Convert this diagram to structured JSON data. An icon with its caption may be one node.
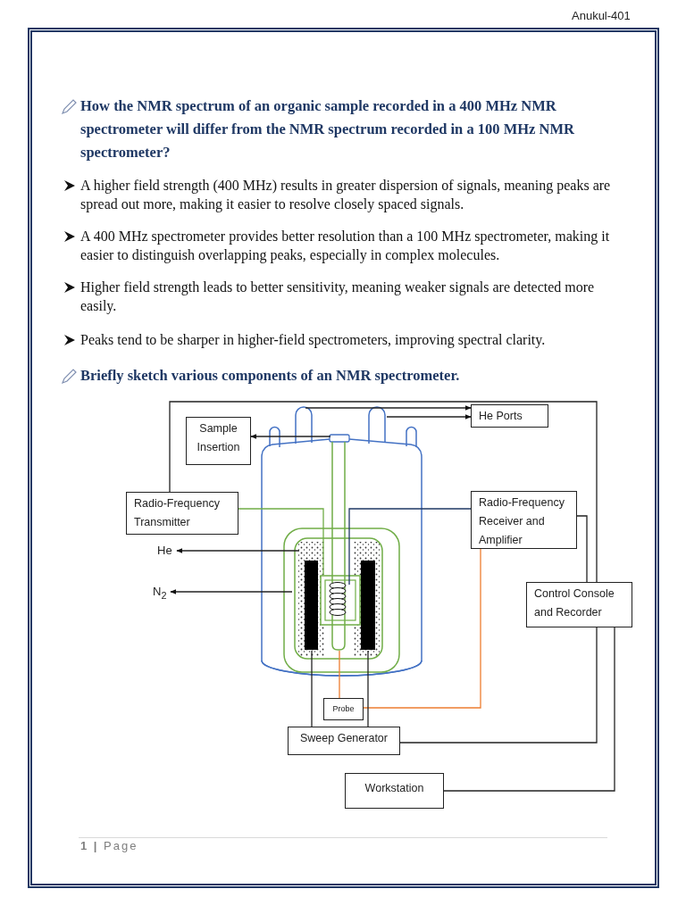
{
  "diagram": {
    "nodes": [
      {
        "text": [
          "Sample Insertion"
        ]
      },
      {
        "text": [
          "He Ports"
        ]
      },
      {
        "text": [
          "Radio-Frequency Transmitter"
        ]
      },
      {
        "text": [
          "Radio-Frequency Receiver and Amplifier"
        ]
      },
      {
        "text": [
          "He"
        ]
      },
      {
        "text": [
          "N$_{2}$"
        ]
      },
      {
        "text": [
          "Control Console and Recorder"
        ]
      },
      {
        "text": [
          "Probe"
        ]
      },
      {
        "text": [
          "Sweep Generator"
        ]
      },
      {
        "text": [
          "Workstation"
        ]
      },
      {
        "text": [],
        "shape": "picture"
      }
    ],
    "edges": [
      {
        "from": 10,
        "to": 1,
        "arrow": "to"
      },
      {
        "from": 10,
        "to": 1,
        "arrow": "to"
      },
      {
        "from": 10,
        "to": 0,
        "arrow": "to"
      },
      {
        "from": 10,
        "to": 4,
        "arrow": "to"
      },
      {
        "from": 10,
        "to": 5,
        "arrow": "to"
      },
      {
        "from": 2,
        "to": 10,
        "arrow": "none",
        "color": "#70ad47"
      },
      {
        "from": 3,
        "to": 10,
        "arrow": "none",
        "color": "#1f3864"
      },
      {
        "from": 2,
        "to": 6,
        "arrow": "none"
      },
      {
        "from": 3,
        "to": 6,
        "arrow": "none"
      },
      {
        "from": 3,
        "to": 7,
        "arrow": "none",
        "color": "#ed7d31"
      },
      {
        "from": 10,
        "to": 7,
        "arrow": "none",
        "color": "#ed7d31"
      },
      {
        "from": 10,
        "to": 8,
        "arrow": "none"
      },
      {
        "from": 10,
        "to": 8,
        "arrow": "none"
      },
      {
        "from": 8,
        "to": 6,
        "arrow": "none"
      },
      {
        "from": 9,
        "to": 6,
        "arrow": "none"
      }
    ],
    "labels": [
      "Anukul-401",
      "How the NMR spectrum of an organic sample recorded in a 400 MHz NMR spectrometer will differ from the NMR spectrum recorded in a 100 MHz NMR spectrometer?",
      "A higher field strength (400 MHz) results in greater dispersion of signals, meaning peaks are spread out more, making it easier to resolve closely spaced signals.",
      "A 400 MHz spectrometer provides better resolution than a 100 MHz spectrometer, making it easier to distinguish overlapping peaks, especially in complex molecules.",
      "Higher field strength leads to better sensitivity, meaning weaker signals are detected more easily.",
      "Peaks tend to be sharper in higher-field spectrometers, improving spectral clarity.",
      "Briefly sketch various components of an NMR spectrometer.",
      "**1 |** Page"
    ]
  }
}
